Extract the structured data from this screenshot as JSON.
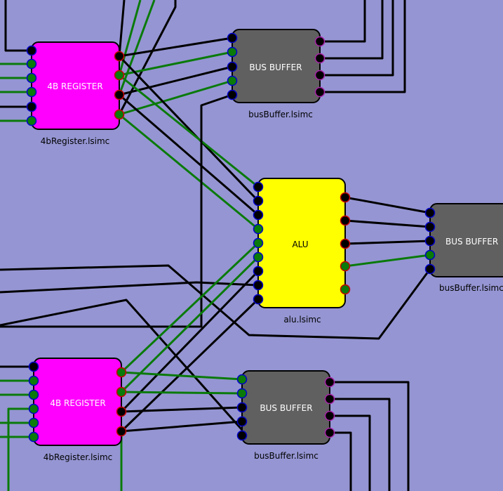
{
  "colors": {
    "background": "#9595d3",
    "wire_low": "#000000",
    "wire_high": "#0a7a0a",
    "register_fill": "#ff00ff",
    "alu_fill": "#ffff00",
    "buffer_fill": "#606060"
  },
  "components": {
    "reg_top": {
      "title": "4B REGISTER",
      "file": "4bRegister.lsimc"
    },
    "buf_top": {
      "title": "BUS BUFFER",
      "file": "busBuffer.lsimc"
    },
    "alu": {
      "title": "ALU",
      "file": "alu.lsimc"
    },
    "buf_right": {
      "title": "BUS BUFFER",
      "file": "busBuffer.lsimc"
    },
    "reg_bottom": {
      "title": "4B REGISTER",
      "file": "4bRegister.lsimc"
    },
    "buf_bottom": {
      "title": "BUS BUFFER",
      "file": "busBuffer.lsimc"
    }
  }
}
